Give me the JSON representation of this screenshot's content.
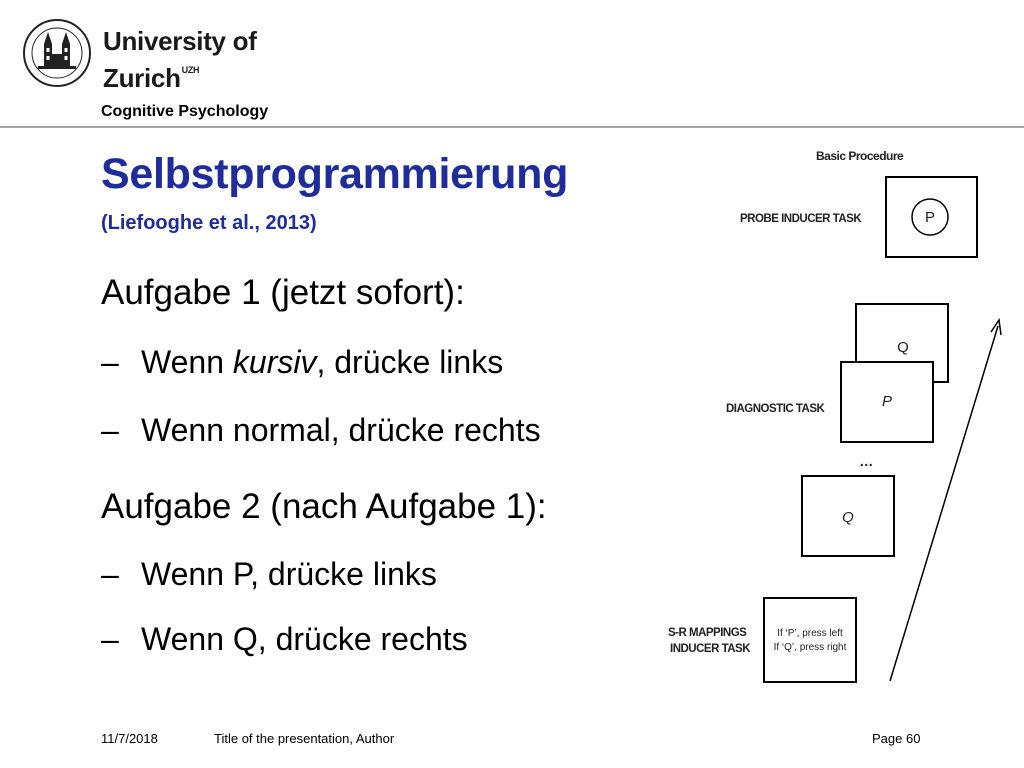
{
  "header": {
    "university_line1": "University of",
    "university_line2": "Zurich",
    "university_sup": "UZH",
    "department": "Cognitive Psychology"
  },
  "slide": {
    "title": "Selbstprogrammierung",
    "subtitle": "(Liefooghe et al., 2013)",
    "task1": {
      "heading": "Aufgabe 1 (jetzt sofort):",
      "bullet1_pre": "Wenn ",
      "bullet1_em": "kursiv",
      "bullet1_post": ", drücke links",
      "bullet2": "Wenn normal, drücke rechts"
    },
    "task2": {
      "heading": "Aufgabe 2 (nach Aufgabe 1):",
      "bullet1": "Wenn P, drücke links",
      "bullet2": "Wenn Q, drücke rechts"
    },
    "dash": "–"
  },
  "diagram": {
    "title": "Basic Procedure",
    "probe_label": "PROBE INDUCER TASK",
    "probe_letter": "P",
    "diagnostic_label": "DIAGNOSTIC TASK",
    "back_card_letter": "Q",
    "front_card_letter": "P",
    "ellipsis": "…",
    "single_card_letter": "Q",
    "sr_label_line1": "S-R MAPPINGS",
    "sr_label_line2": "INDUCER TASK",
    "sr_rule1": "If ‘P’, press left",
    "sr_rule2": "If ‘Q’, press right"
  },
  "footer": {
    "date": "11/7/2018",
    "presentation": "Title of the presentation, Author",
    "page": "Page 60"
  }
}
